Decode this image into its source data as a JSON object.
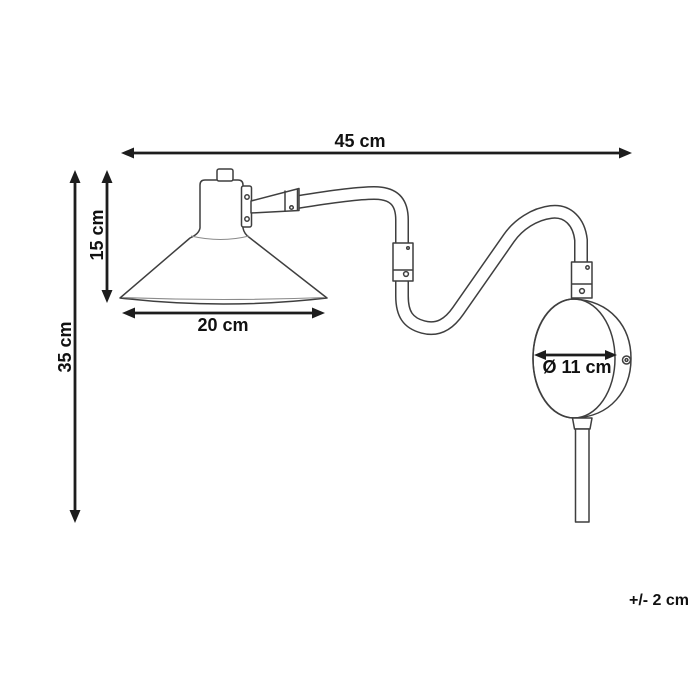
{
  "figure": {
    "background": "#ffffff",
    "labels": {
      "overall_width": "45 cm",
      "overall_height": "35 cm",
      "shade_height": "15 cm",
      "shade_width": "20 cm",
      "mount_diameter": "Ø 11 cm",
      "tolerance": "+/- 2 cm"
    },
    "colors": {
      "dimension": "#1d1d1d",
      "outline": "#3f3f3f",
      "detail": "#8a8a8a",
      "text": "#111111"
    }
  }
}
